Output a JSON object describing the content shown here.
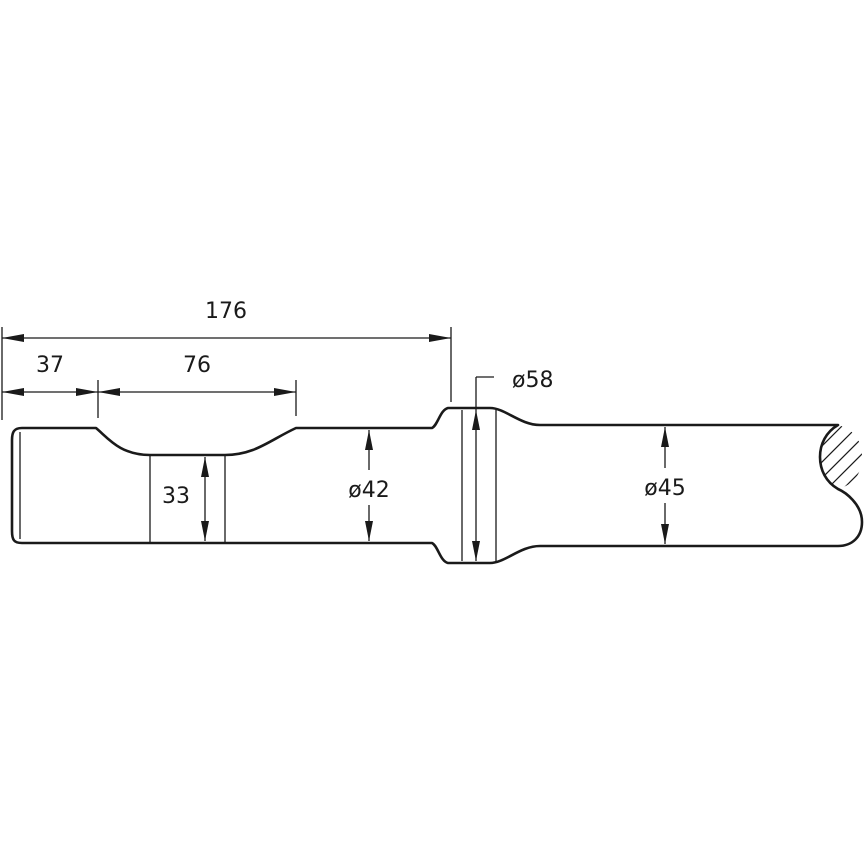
{
  "dimensions": {
    "overall_length": "176",
    "first_section": "37",
    "groove_length": "76",
    "groove_depth": "33",
    "shank_diameter": "ø42",
    "collar_diameter": "ø58",
    "body_diameter": "ø45"
  },
  "colors": {
    "line": "#1a1a1a",
    "background": "#ffffff"
  }
}
